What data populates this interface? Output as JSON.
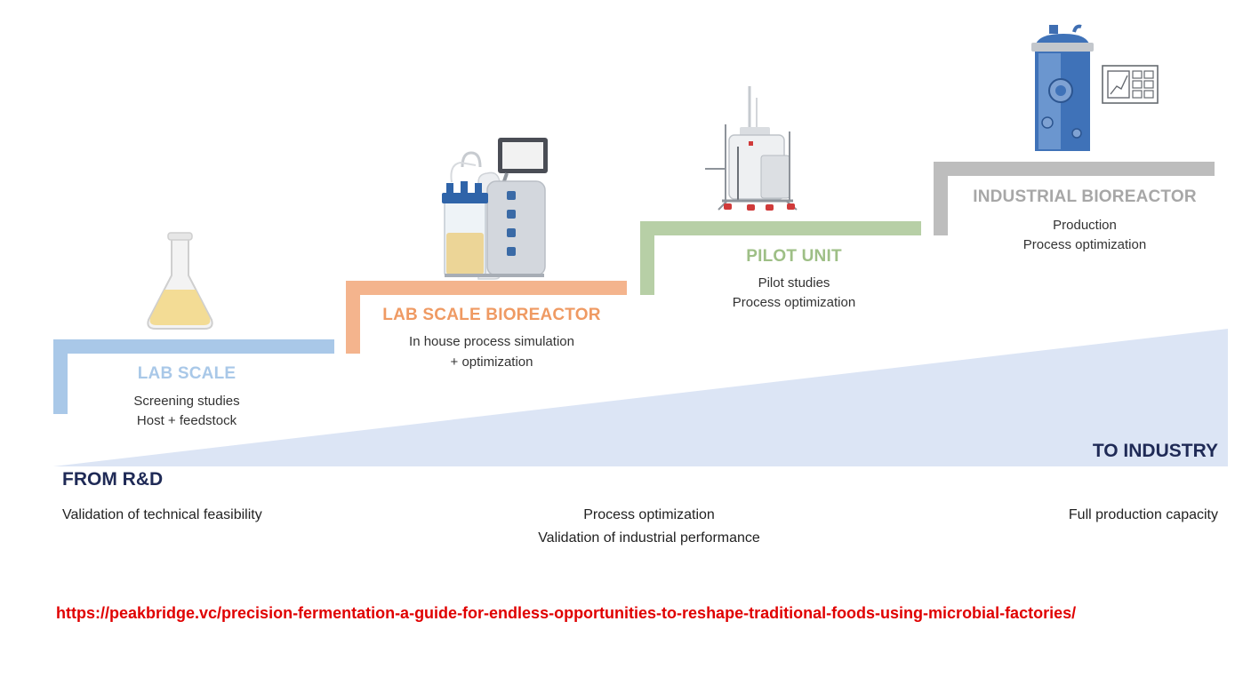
{
  "colors": {
    "lab_scale": "#a9c8e8",
    "lab_bioreactor": "#f4b48d",
    "lab_bioreactor_text": "#ef9a63",
    "pilot": "#b7cfa6",
    "pilot_text": "#9ebf86",
    "industrial": "#bdbdbd",
    "industrial_text": "#a7a7a7",
    "wedge": "#dce5f5",
    "navy": "#1f2a56",
    "link": "#e00000"
  },
  "stages": [
    {
      "title": "LAB SCALE",
      "lines": [
        "Screening studies",
        "Host + feedstock"
      ],
      "icon": "flask-icon"
    },
    {
      "title": "LAB SCALE BIOREACTOR",
      "lines": [
        "In house process simulation",
        "+ optimization"
      ],
      "icon": "lab-bioreactor-icon"
    },
    {
      "title": "PILOT UNIT",
      "lines": [
        "Pilot studies",
        "Process optimization"
      ],
      "icon": "pilot-unit-icon"
    },
    {
      "title": "INDUSTRIAL BIOREACTOR",
      "lines": [
        "Production",
        "Process optimization"
      ],
      "icon": "industrial-bioreactor-icon"
    }
  ],
  "ends": {
    "from": "FROM R&D",
    "to": "TO INDUSTRY"
  },
  "bottom": {
    "left": "Validation of technical feasibility",
    "center_1": "Process optimization",
    "center_2": "Validation of industrial performance",
    "right": "Full production capacity"
  },
  "source_url": "https://peakbridge.vc/precision-fermentation-a-guide-for-endless-opportunities-to-reshape-traditional-foods-using-microbial-factories/"
}
